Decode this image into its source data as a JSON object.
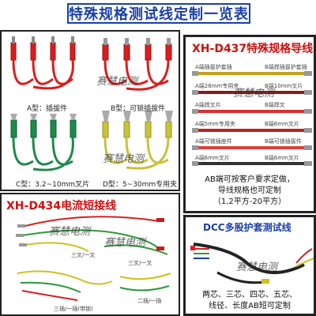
{
  "header": {
    "title": "特殊规格测试线定制一览表"
  },
  "watermark": "赛慧电测",
  "panel_top_left": {
    "label_a": "A型：插拔件",
    "label_b": "B型：可锁插拔件",
    "label_c": "C型：3.2~10mm叉片",
    "label_d": "D型：5~30mm专用夹",
    "colors": {
      "red": "#d81e1e",
      "green": "#1e8a4a",
      "yellow": "#c9c23a"
    }
  },
  "panel_right": {
    "title": "XH-D437特殊规格导线",
    "labels": [
      "A端插拔护套插",
      "A端26mm专用夹",
      "A端焊叉片",
      "A端5mm专用夹",
      "A端可锁插座件",
      "A端6mm叉片"
    ],
    "labels_b": [
      "B端焊插拔护套插",
      "B端10mm叉片",
      "B端焊叉",
      "B端6mm叉片",
      "B端可锁插拔件",
      "B端6mm叉片"
    ],
    "desc_line1": "AB端可按客户要求定做，",
    "desc_line2": "导线规格也可定制",
    "desc_line3": "（1,2平方-20平方）"
  },
  "panel_bottom_left": {
    "title": "XH-D434电流短接线",
    "label1": "三叉/一叉",
    "label2": "三叉/一叉",
    "label3": "三插/一插(带锁)",
    "label4": "二插/一插"
  },
  "panel_bottom_right": {
    "title": "DCC多股护套测试线",
    "desc_line1": "两芯、三芯、四芯、五芯、",
    "desc_line2": "线径、长度AB短可定制"
  }
}
